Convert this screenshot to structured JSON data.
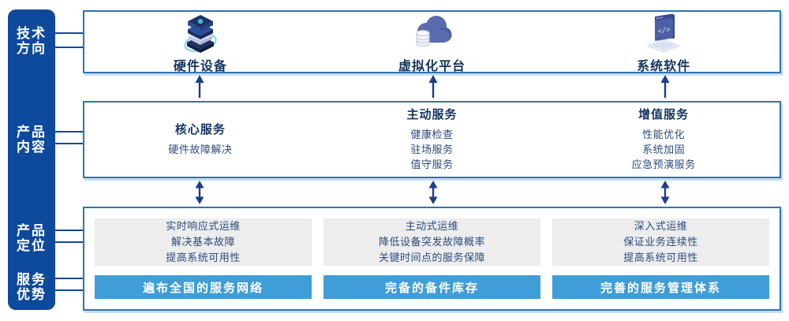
{
  "colors": {
    "sidebar_blue": "#0E4A9B",
    "border_blue": "#2E74B5",
    "title_navy": "#14345F",
    "body_navy": "#2B4A7D",
    "bar_blue": "#3F9DD8",
    "gray_panel": "#EDEDEE",
    "arrow_navy": "#1C3D8A"
  },
  "sidebar": {
    "items": [
      {
        "line1": "技术",
        "line2": "方向"
      },
      {
        "line1": "产品",
        "line2": "内容"
      },
      {
        "line1": "产品",
        "line2": "定位"
      },
      {
        "line1": "服务",
        "line2": "优势"
      }
    ]
  },
  "tech_row": {
    "items": [
      {
        "label": "硬件设备",
        "icon": "server-stack-icon"
      },
      {
        "label": "虚拟化平台",
        "icon": "cloud-database-icon"
      },
      {
        "label": "系统软件",
        "icon": "code-window-icon"
      }
    ]
  },
  "services_row": {
    "columns": [
      {
        "title": "核心服务",
        "items": [
          "硬件故障解决"
        ]
      },
      {
        "title": "主动服务",
        "items": [
          "健康检查",
          "驻场服务",
          "值守服务"
        ]
      },
      {
        "title": "增值服务",
        "items": [
          "性能优化",
          "系统加固",
          "应急预演服务"
        ]
      }
    ]
  },
  "positioning_row": {
    "columns": [
      {
        "lines": [
          "实时响应式运维",
          "解决基本故障",
          "提高系统可用性"
        ],
        "bar": "遍布全国的服务网络"
      },
      {
        "lines": [
          "主动式运维",
          "降低设备突发故障概率",
          "关键时间点的服务保障"
        ],
        "bar": "完备的备件库存"
      },
      {
        "lines": [
          "深入式运维",
          "保证业务连续性",
          "提高系统可用性"
        ],
        "bar": "完善的服务管理体系"
      }
    ]
  }
}
